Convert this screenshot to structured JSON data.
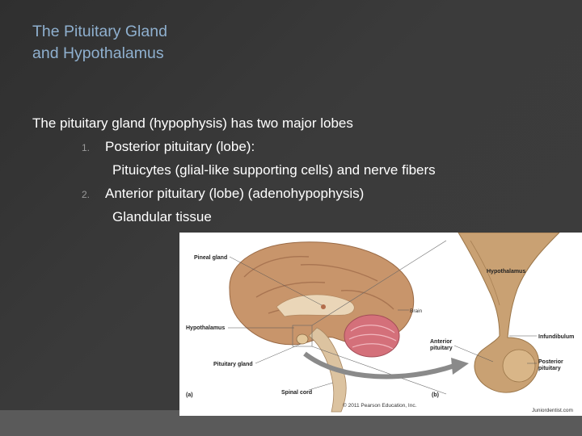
{
  "slide": {
    "title_line1": "The Pituitary Gland",
    "title_line2": "and Hypothalamus",
    "intro": "The pituitary gland (hypophysis) has two major lobes",
    "items": [
      {
        "number": "1.",
        "heading": "Posterior pituitary (lobe):",
        "detail": "Pituicytes (glial-like supporting cells) and nerve fibers"
      },
      {
        "number": "2.",
        "heading": "Anterior pituitary (lobe) (adenohypophysis)",
        "detail": "Glandular tissue"
      }
    ]
  },
  "figure": {
    "labels": {
      "pineal": "Pineal gland",
      "hypothalamus_left": "Hypothalamus",
      "pituitary": "Pituitary gland",
      "brain": "Brain",
      "spinal_cord": "Spinal cord",
      "panel_a": "(a)",
      "panel_b": "(b)",
      "copyright": "© 2011 Pearson Education, Inc.",
      "hypothalamus_right": "Hypothalamus",
      "infundibulum": "Infundibulum",
      "anterior_1": "Anterior",
      "anterior_2": "pituitary",
      "posterior_1": "Posterior",
      "posterior_2": "pituitary",
      "watermark": "Juniordentist.com"
    },
    "colors": {
      "brain": "#c8956b",
      "cerebellum": "#d4707a",
      "gland": "#c9a173",
      "arrow": "#8a8a8a"
    }
  }
}
